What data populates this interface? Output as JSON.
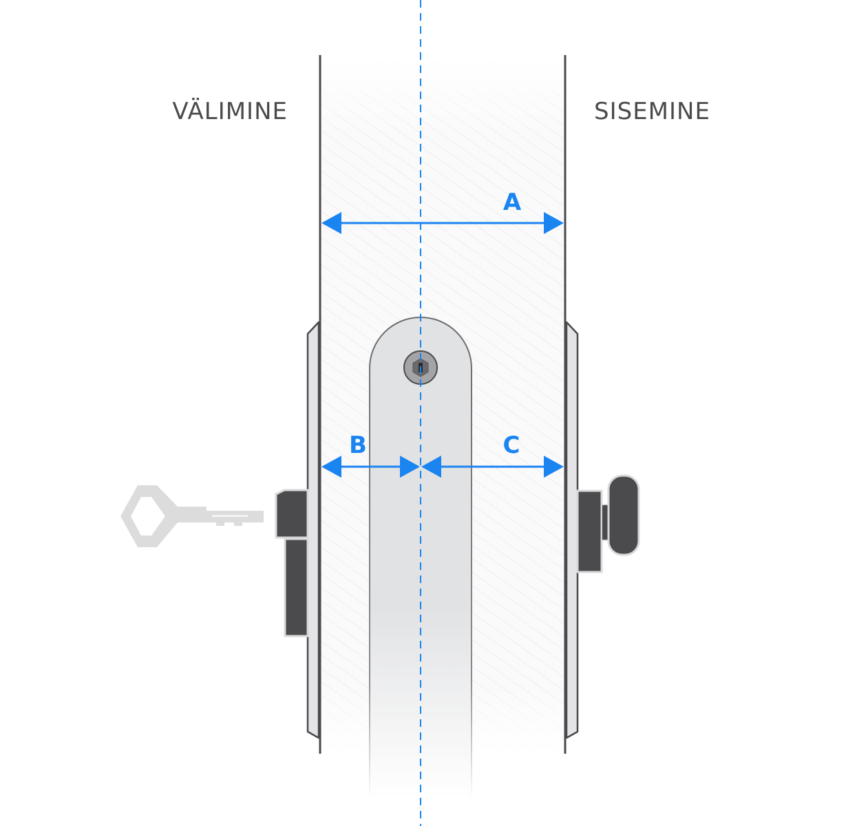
{
  "labels": {
    "outside": "VÄLIMINE",
    "inside": "SISEMINE"
  },
  "dimensions": {
    "a": "A",
    "b": "B",
    "c": "C"
  },
  "colors": {
    "dimension": "#1a84f0",
    "outline": "#4a4a4c",
    "door_fill": "#f6f6f7",
    "handle_fill": "#e1e2e4",
    "cylinder": "#4b4b4d",
    "key": "#dcdcdd"
  },
  "icons": {
    "key": "key-icon",
    "thumbturn": "thumbturn-icon",
    "screw": "screw-icon"
  }
}
